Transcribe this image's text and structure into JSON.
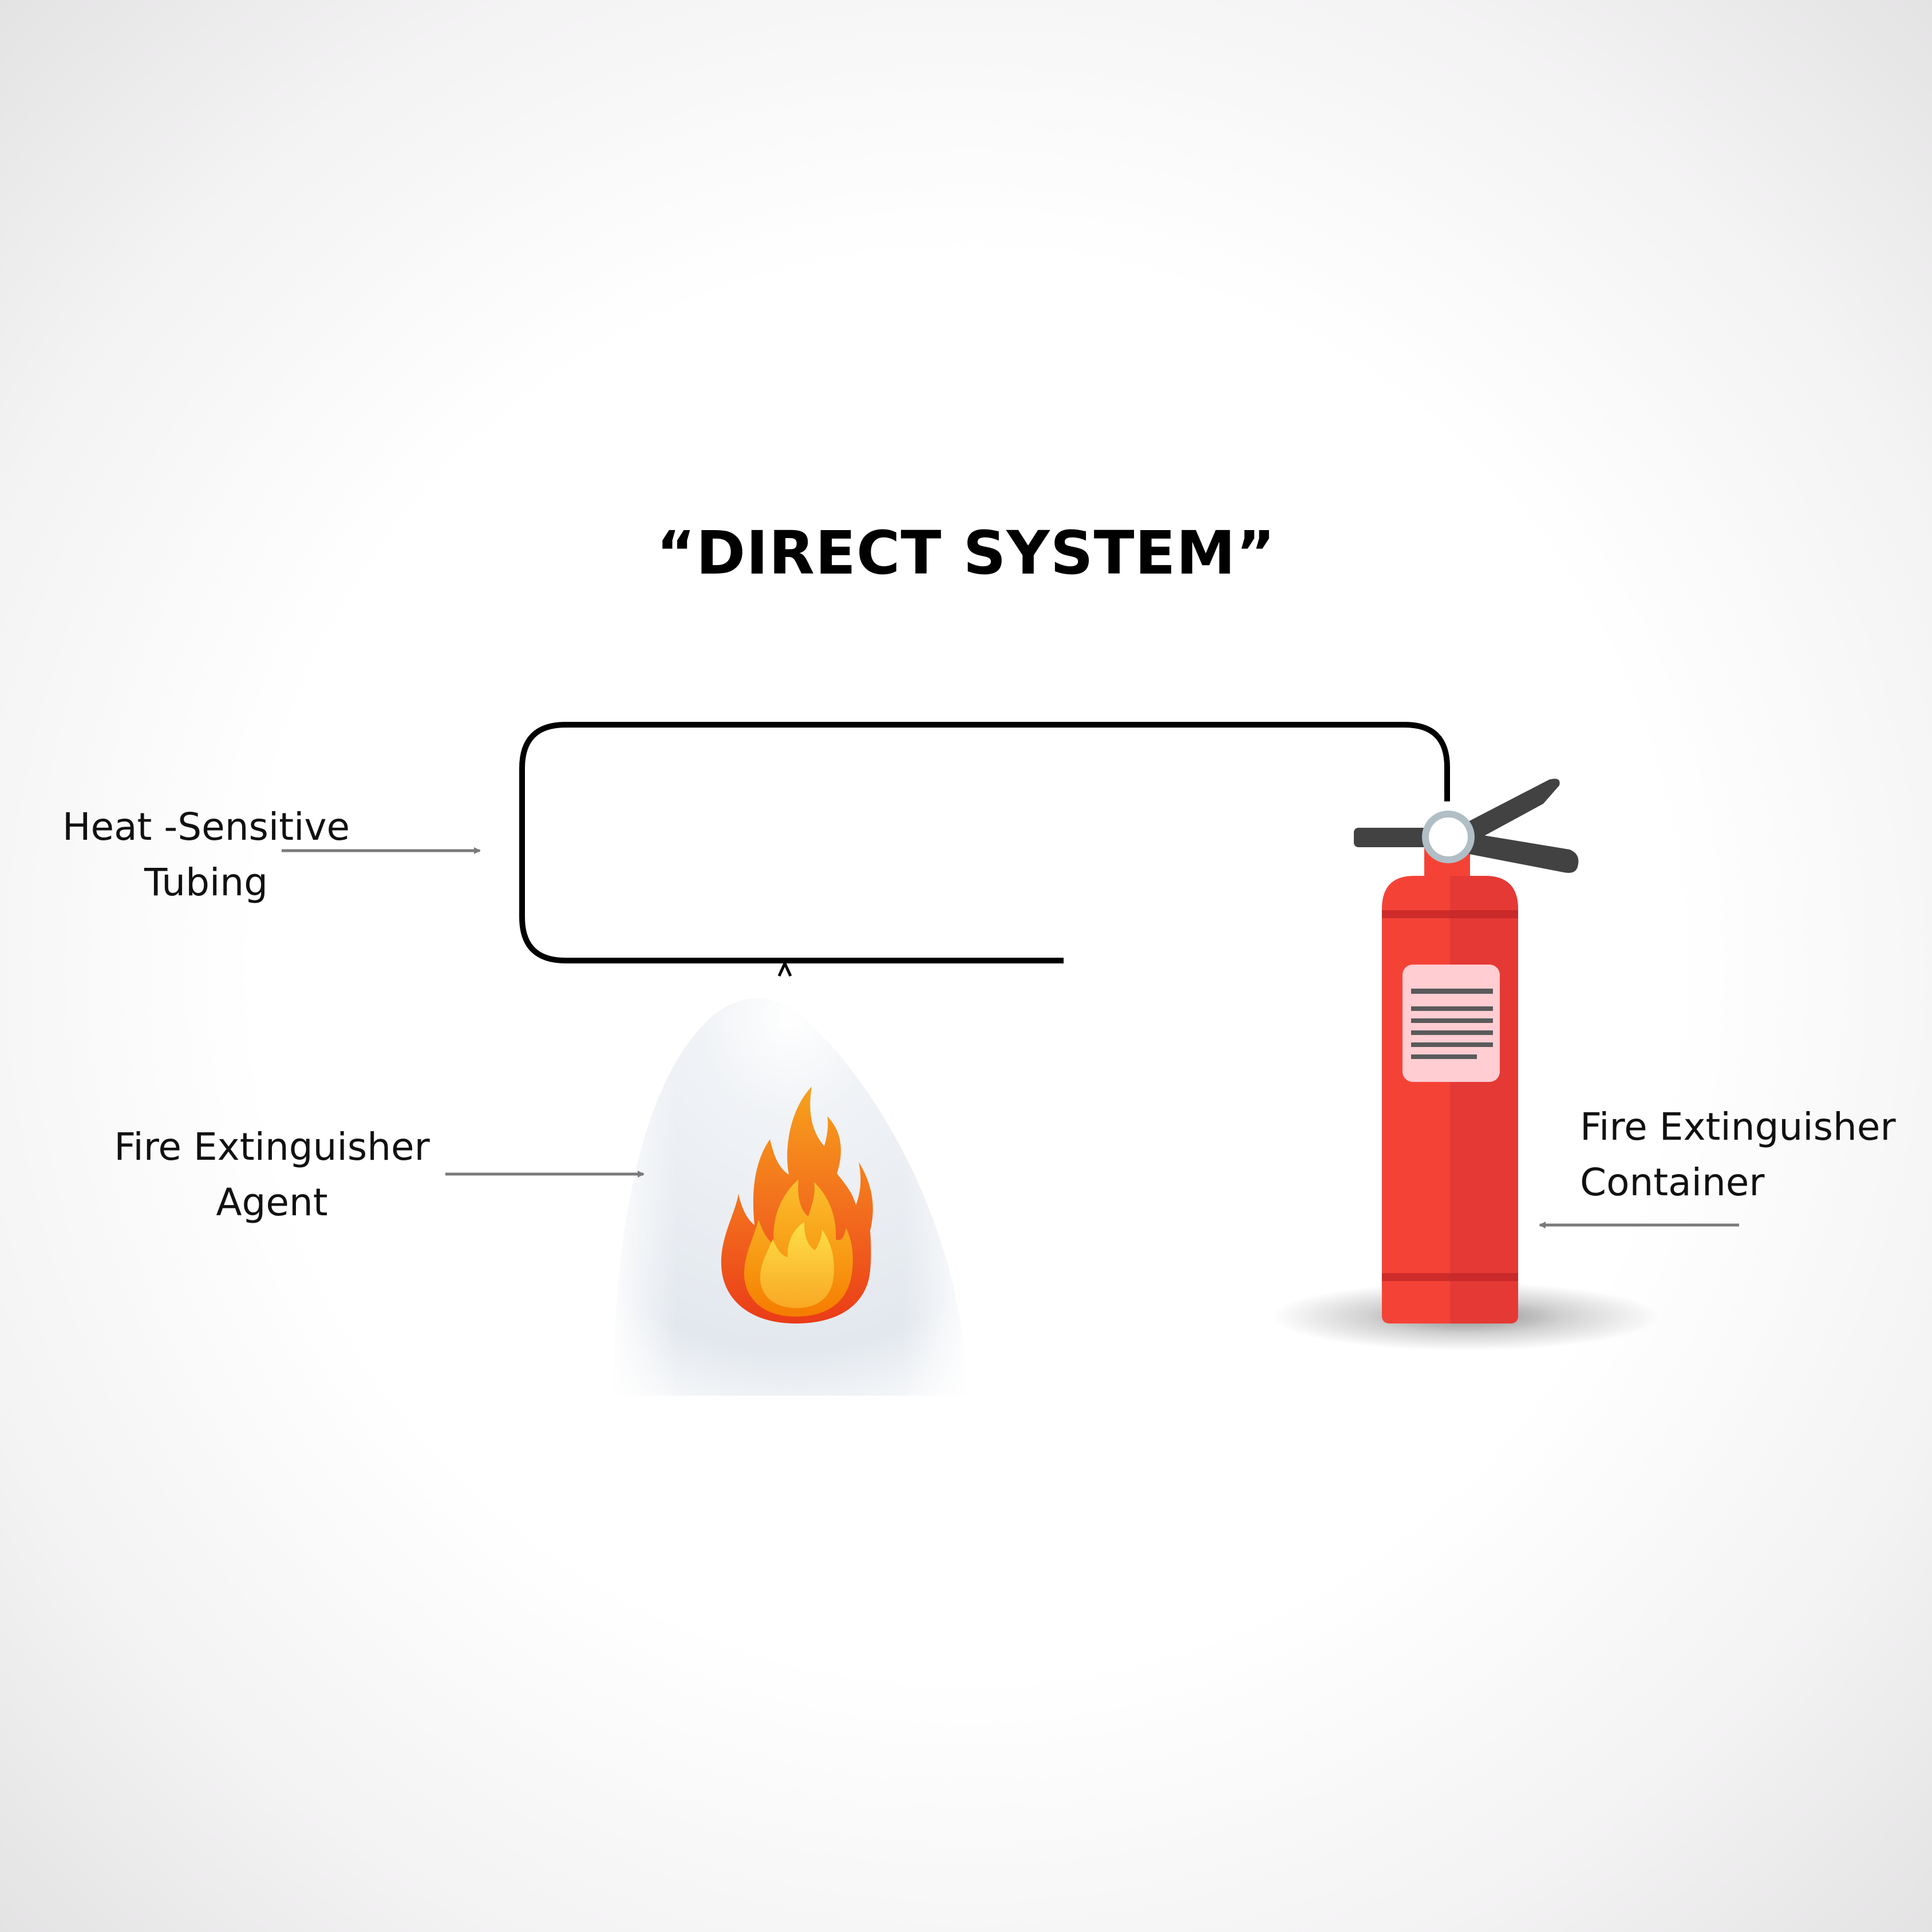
{
  "title": "“DIRECT SYSTEM”",
  "labels": {
    "tubing": {
      "line1": "Heat -Sensitive",
      "line2": "Tubing"
    },
    "agent": {
      "line1": "Fire Extinguisher",
      "line2": "Agent"
    },
    "container": {
      "line1": "Fire Extinguisher",
      "line2": "Container"
    }
  },
  "icons": [
    "fire-extinguisher-icon",
    "flame-icon",
    "nozzle-icon"
  ],
  "colors": {
    "extinguisher_red": "#f44336",
    "extinguisher_red_dark": "#e53935",
    "label_plate": "#ffcdd2",
    "handle": "#424242",
    "flame_outer": "#ef4a1c",
    "flame_mid": "#f7941d",
    "flame_inner": "#fcc419",
    "spray": "#e4e9ef",
    "arrow": "#7a7a7a",
    "tubing": "#000000"
  }
}
